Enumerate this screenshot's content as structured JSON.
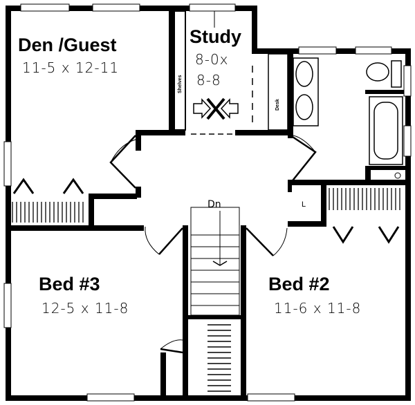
{
  "plan": {
    "rooms": [
      {
        "name": "Den /Guest",
        "dims": "11-5 x 12-11"
      },
      {
        "name": "Study",
        "dims_line1": "8-0x",
        "dims_line2": "8-8"
      },
      {
        "name": "Bed #3",
        "dims": "12-5 x 11-8"
      },
      {
        "name": "Bed #2",
        "dims": "11-6 x 11-8"
      }
    ],
    "labels": {
      "shelves": "Shelves",
      "desk": "Desk",
      "stairs": "Dn",
      "linen": "L"
    },
    "colors": {
      "wall": "#000000",
      "background": "#ffffff"
    }
  }
}
